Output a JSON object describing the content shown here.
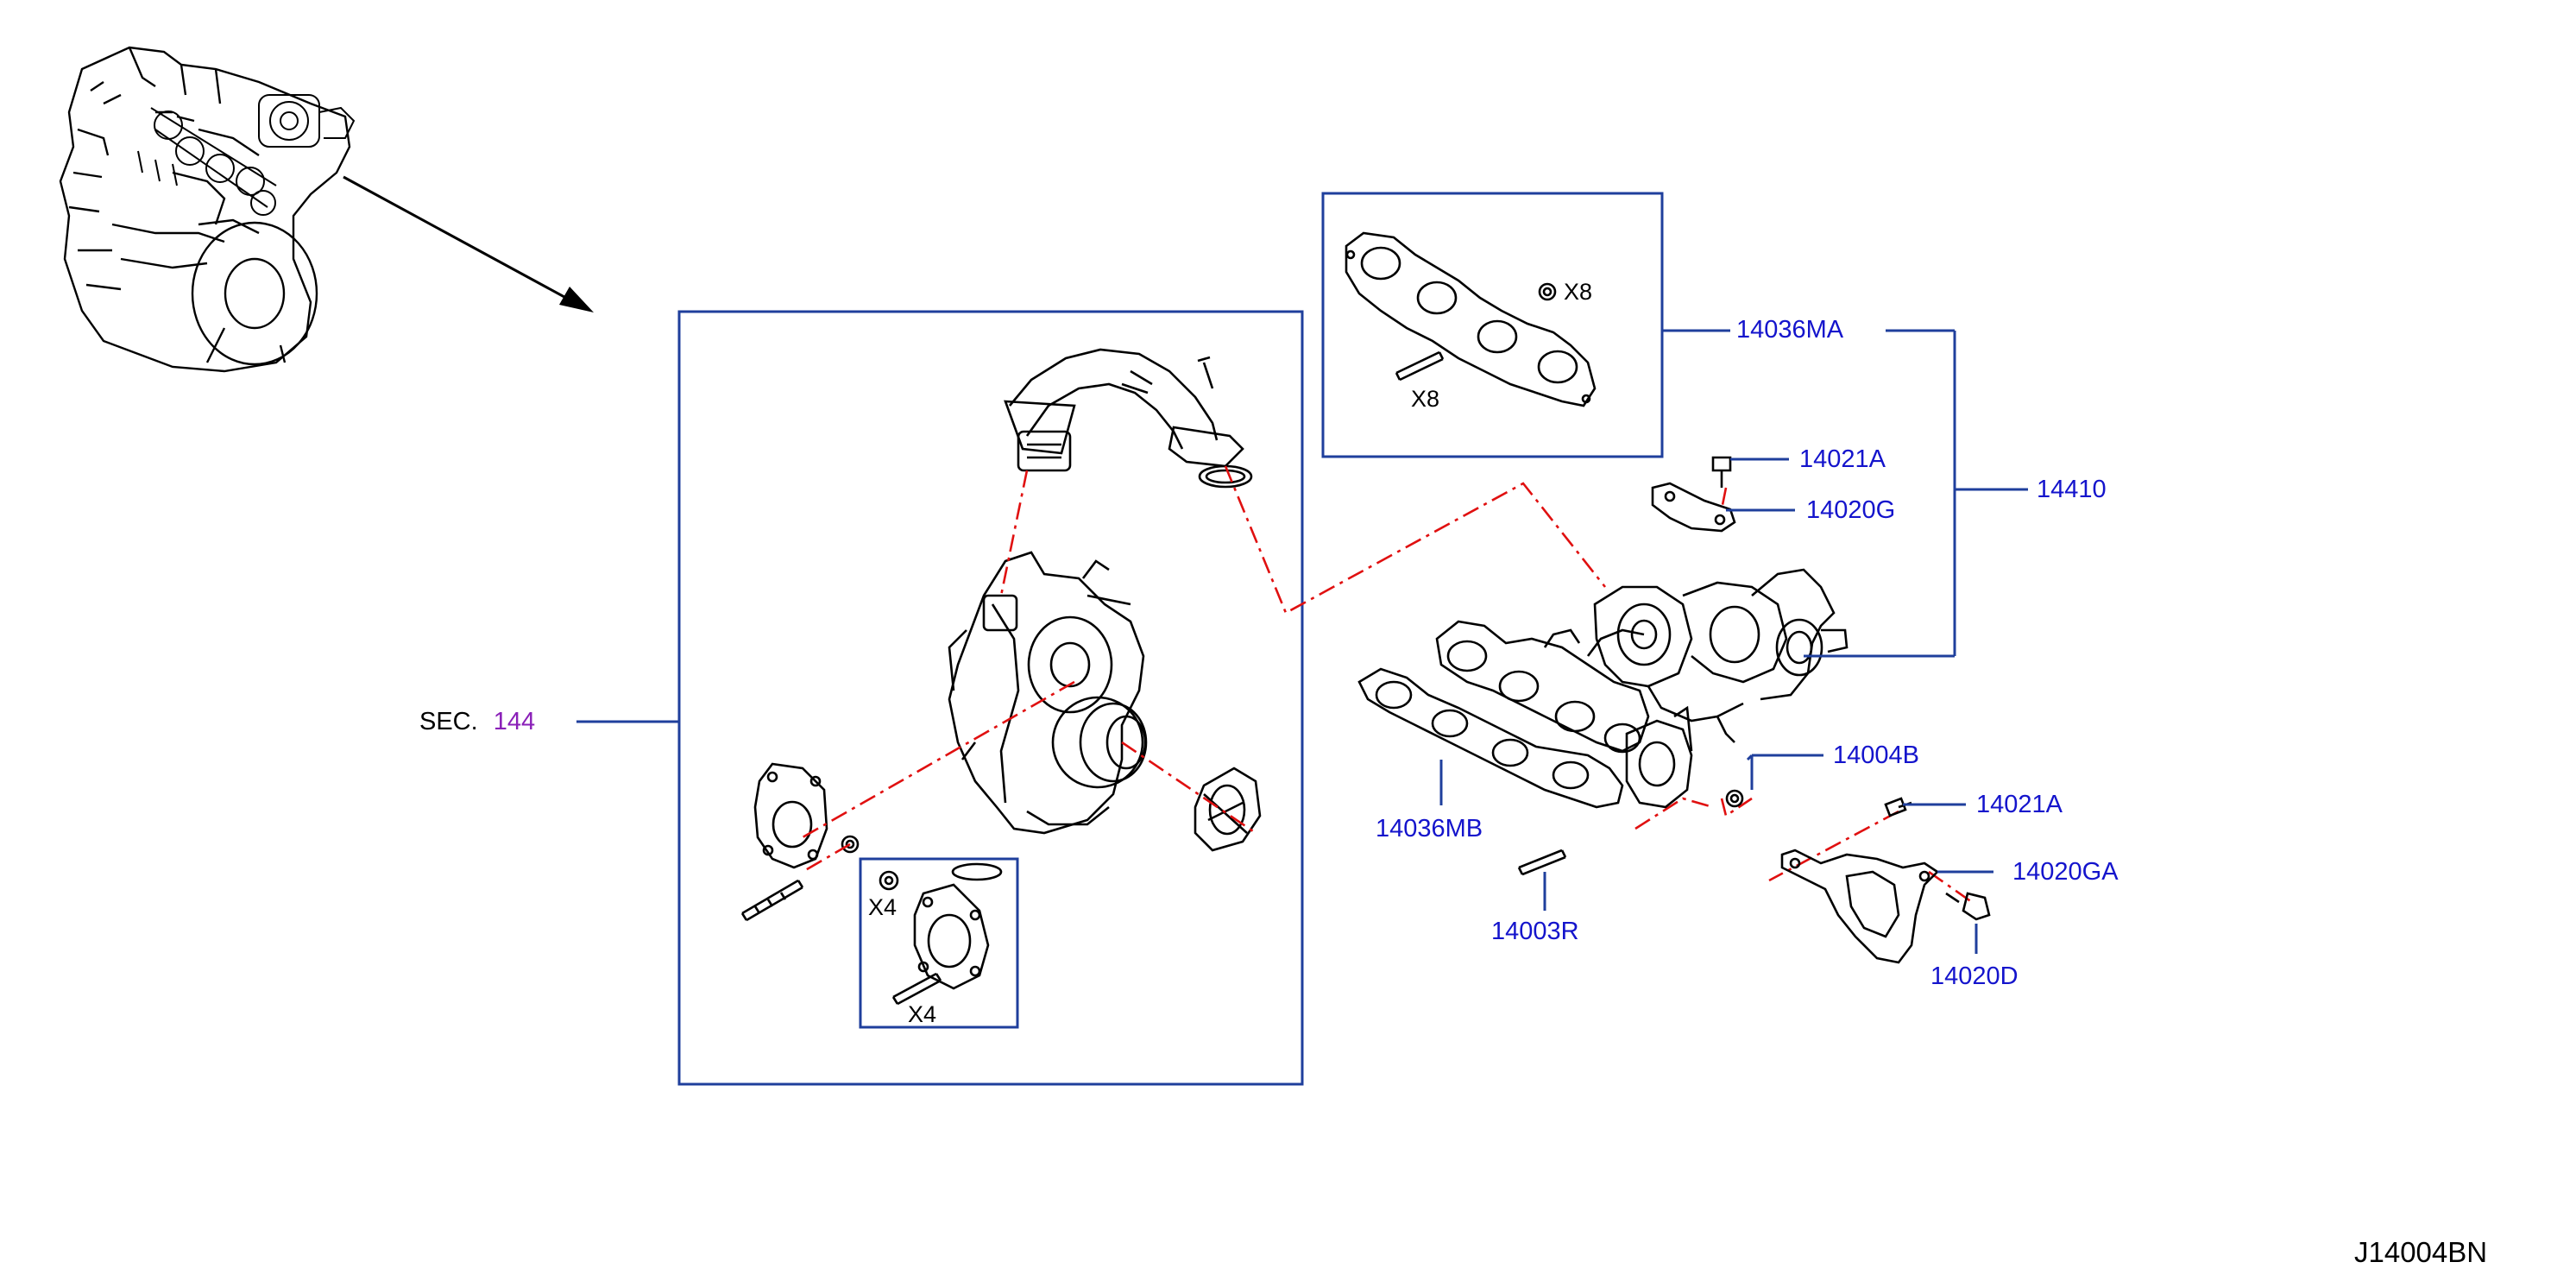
{
  "diagram_code": "J14004BN",
  "section_ref": {
    "prefix": "SEC.",
    "number": "144"
  },
  "labels": {
    "gasket_upper": "14036MA",
    "bracket_bolt": "14021A",
    "bracket_upper": "14020G",
    "manifold_assembly": "14410",
    "nut_lower": "14004B",
    "bolt_lower": "14021A",
    "bracket_lower": "14020GA",
    "gasket_lower": "14036MB",
    "stud": "14003R",
    "bolt_bracket": "14020D"
  },
  "quantities": {
    "nut_upper": "X8",
    "stud_upper": "X8",
    "nut_inset": "X4",
    "stud_inset": "X4"
  },
  "colors": {
    "callout_line": "#1f3f9c",
    "label_text": "#1414cc",
    "section_number": "#8a1fb8",
    "leader_dash": "#e01010",
    "drawing": "#000000"
  }
}
